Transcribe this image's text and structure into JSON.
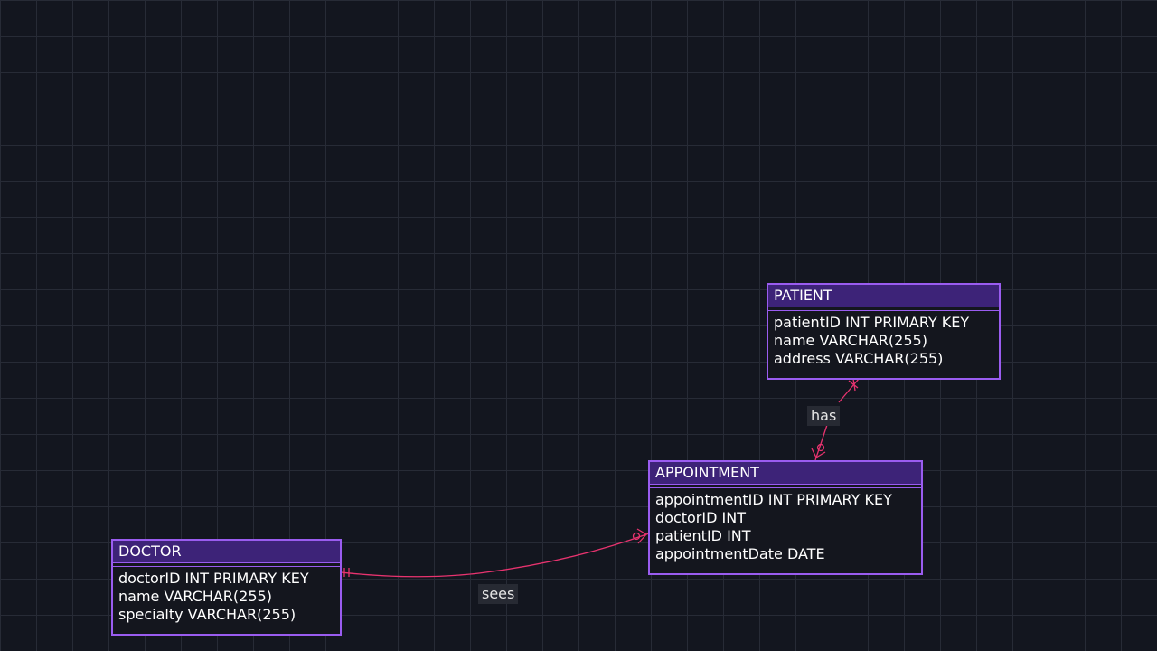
{
  "entities": {
    "patient": {
      "name": "PATIENT",
      "attributes": [
        "patientID INT PRIMARY KEY",
        "name VARCHAR(255)",
        "address VARCHAR(255)"
      ]
    },
    "appointment": {
      "name": "APPOINTMENT",
      "attributes": [
        "appointmentID INT PRIMARY KEY",
        "doctorID INT",
        "patientID INT",
        "appointmentDate DATE"
      ]
    },
    "doctor": {
      "name": "DOCTOR",
      "attributes": [
        "doctorID INT PRIMARY KEY",
        "name VARCHAR(255)",
        "specialty VARCHAR(255)"
      ]
    }
  },
  "relationships": {
    "has": {
      "label": "has",
      "from": "PATIENT",
      "to": "APPOINTMENT"
    },
    "sees": {
      "label": "sees",
      "from": "DOCTOR",
      "to": "APPOINTMENT"
    }
  },
  "colors": {
    "background": "#13161f",
    "grid": "#272b36",
    "entity_border": "#9a5cf0",
    "entity_header": "#3d2378",
    "relationship_line": "#e8336f"
  }
}
